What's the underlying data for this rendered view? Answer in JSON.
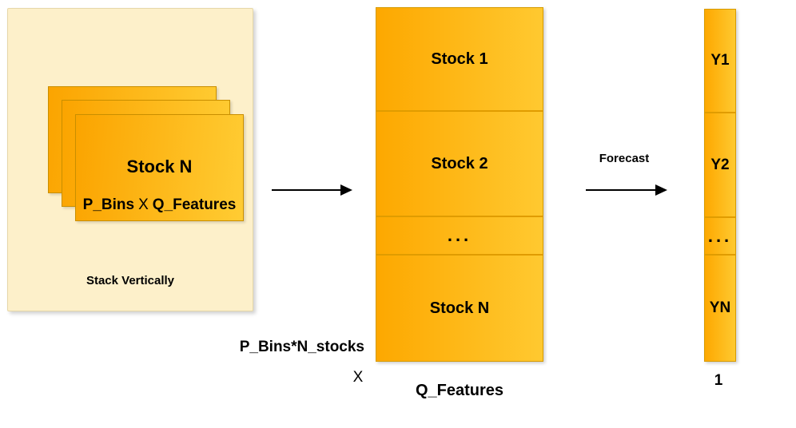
{
  "diagram": {
    "left_panel": {
      "caption": "Stack Vertically",
      "card": {
        "title": "Stock N",
        "dims_left": "P_Bins",
        "dims_times": "X",
        "dims_right": "Q_Features"
      }
    },
    "matrix": {
      "rows": [
        "Stock 1",
        "Stock 2",
        "...",
        "Stock N"
      ],
      "row_dim_label": "P_Bins*N_stocks",
      "times_label": "X",
      "col_dim_label": "Q_Features"
    },
    "forecast": {
      "arrow_label": "Forecast"
    },
    "vector": {
      "cells": [
        "Y1",
        "Y2",
        "...",
        "YN"
      ],
      "col_dim_label": "1"
    },
    "colors": {
      "panel_bg": "#fdf0ca",
      "cell_gradient_start": "#fda800",
      "cell_gradient_end": "#ffc930",
      "cell_border": "#d79b00",
      "arrow": "#000000",
      "text": "#000000"
    }
  }
}
